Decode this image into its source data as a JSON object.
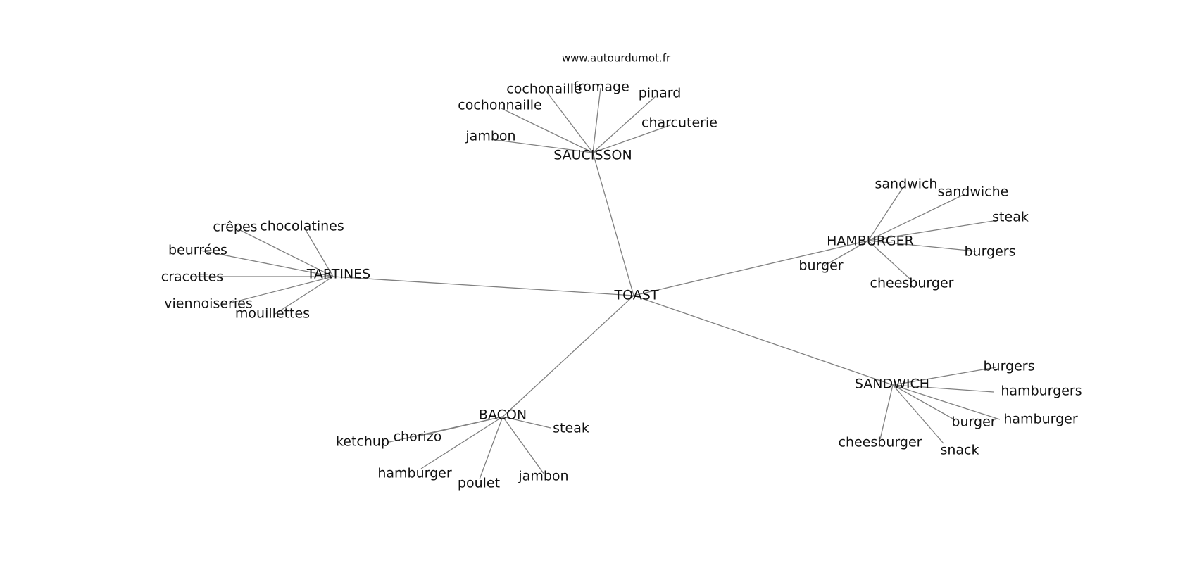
{
  "source": "www.autourdumot.fr",
  "graph": {
    "center": "TOAST",
    "clusters": [
      {
        "hub": "SAUCISSON",
        "leaves": [
          "jambon",
          "cochonnaille",
          "cochonaille",
          "fromage",
          "pinard",
          "charcuterie"
        ]
      },
      {
        "hub": "HAMBURGER",
        "leaves": [
          "sandwich",
          "sandwiche",
          "steak",
          "burgers",
          "cheesburger",
          "burger"
        ]
      },
      {
        "hub": "TARTINES",
        "leaves": [
          "crêpes",
          "chocolatines",
          "beurrées",
          "cracottes",
          "viennoiseries",
          "mouillettes"
        ]
      },
      {
        "hub": "BACON",
        "leaves": [
          "ketchup",
          "chorizo",
          "hamburger",
          "poulet",
          "jambon",
          "steak"
        ]
      },
      {
        "hub": "SANDWICH",
        "leaves": [
          "burgers",
          "hamburgers",
          "hamburger",
          "burger",
          "snack",
          "cheesburger"
        ]
      }
    ]
  }
}
